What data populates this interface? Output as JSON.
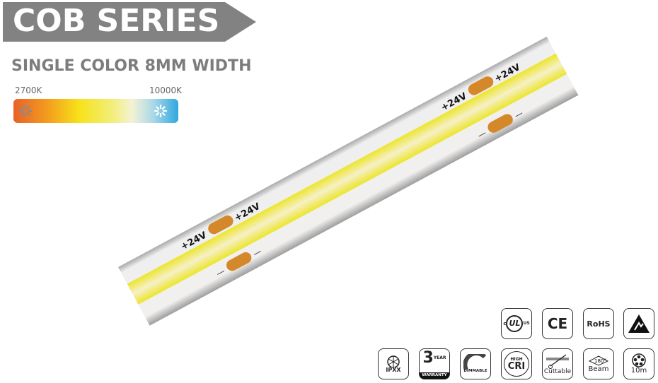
{
  "header": {
    "title": "COB SERIES",
    "subtitle": "SINGLE COLOR 8MM WIDTH"
  },
  "color_range": {
    "min_label": "2700K",
    "max_label": "10000K",
    "colors": [
      "#e8622a",
      "#f7e21a",
      "#f4f2d6",
      "#2fa7e0"
    ]
  },
  "strip": {
    "plus_label": "+24V",
    "minus_label": "—",
    "pad_color": "#d4882a",
    "band_color": "#f1e83a"
  },
  "badges": {
    "ul": {
      "c": "c",
      "ul": "UL",
      "us": "US"
    },
    "ce": "CE",
    "rohs": "RoHS",
    "ipxx": "IPXX",
    "warranty": {
      "num": "3",
      "year": "YEAR",
      "label": "WARRANTY"
    },
    "dimmable": "DIMMABLE",
    "cri": {
      "high": "HIGH",
      "cri": "CRI"
    },
    "cuttable": "Cuttable",
    "beam": {
      "angle": "180°",
      "label": "Beam"
    },
    "reel": "10m"
  }
}
